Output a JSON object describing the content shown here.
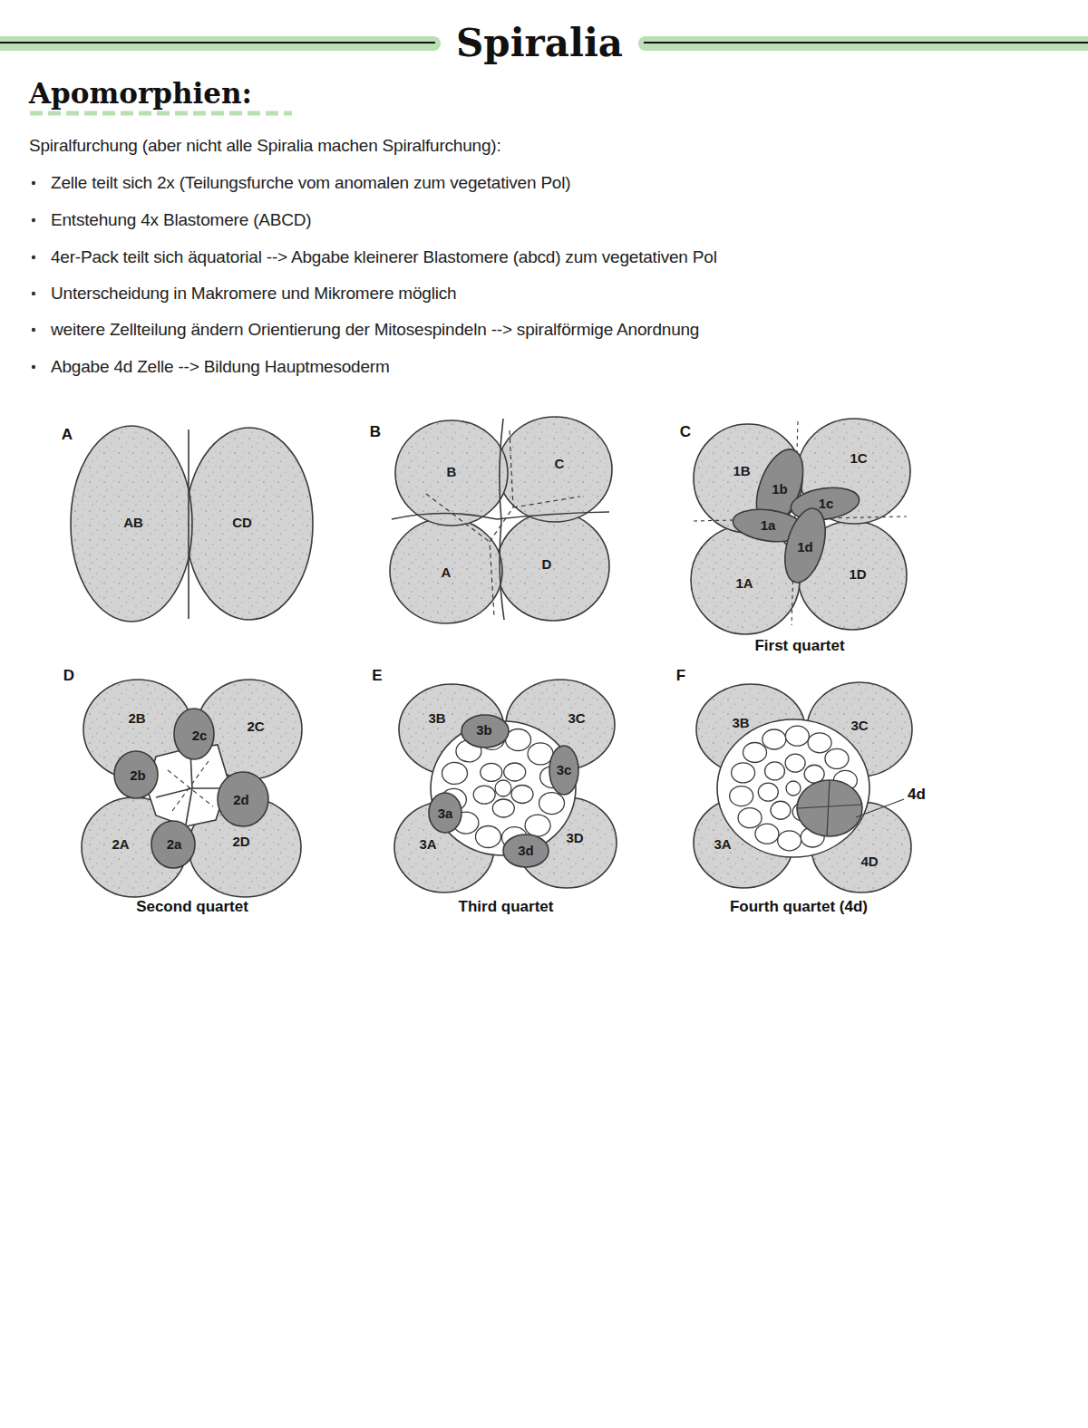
{
  "diagram": {
    "title": "Spiralia",
    "nodes": [
      {
        "text": [
          "AB"
        ]
      },
      {
        "text": [
          "CD"
        ]
      },
      {
        "text": [
          "B"
        ]
      },
      {
        "text": [
          "C"
        ]
      },
      {
        "text": [
          "A"
        ]
      },
      {
        "text": [
          "D"
        ]
      },
      {
        "text": [
          "1B"
        ]
      },
      {
        "text": [
          "1C"
        ]
      },
      {
        "text": [
          "1b"
        ]
      },
      {
        "text": [
          "1c"
        ]
      },
      {
        "text": [
          "1a"
        ]
      },
      {
        "text": [
          "1d"
        ]
      },
      {
        "text": [
          "1A"
        ]
      },
      {
        "text": [
          "1D"
        ]
      },
      {
        "text": [
          "2B"
        ]
      },
      {
        "text": [
          "2c"
        ]
      },
      {
        "text": [
          "2C"
        ]
      },
      {
        "text": [
          "2b"
        ]
      },
      {
        "text": [
          "2d"
        ]
      },
      {
        "text": [
          "2A"
        ]
      },
      {
        "text": [
          "2a"
        ]
      },
      {
        "text": [
          "2D"
        ]
      },
      {
        "text": [
          "3B"
        ]
      },
      {
        "text": [
          "3b"
        ]
      },
      {
        "text": [
          "3C"
        ]
      },
      {
        "text": [
          "3c"
        ]
      },
      {
        "text": [
          "3a"
        ]
      },
      {
        "text": [
          "3A"
        ]
      },
      {
        "text": [
          "3d"
        ]
      },
      {
        "text": [
          "3D"
        ]
      },
      {
        "text": [
          "3B"
        ]
      },
      {
        "text": [
          "3C"
        ]
      },
      {
        "text": [
          "3A"
        ]
      },
      {
        "text": [
          "4D"
        ]
      }
    ],
    "labels": [
      "Apomorphien:",
      "Spiralfurchung (aber nicht alle Spiralia machen Spiralfurchung):",
      "Zelle teilt sich 2x (Teilungsfurche vom anomalen zum vegetativen Pol)",
      "Entstehung 4x Blastomere (ABCD)",
      "4er-Pack teilt sich äquatorial --> Abgabe kleinerer Blastomere (abcd) zum vegetativen Pol",
      "Unterscheidung in Makromere und Mikromere möglich",
      "weitere Zellteilung ändern Orientierung der Mitosespindeln --> spiralförmige Anordnung",
      "Abgabe 4d Zelle --> Bildung Hauptmesoderm",
      "A",
      "B",
      "C",
      "First quartet",
      "D",
      "E",
      "F",
      "4d",
      "Second quartet",
      "Third quartet",
      "Fourth quartet (4d)"
    ]
  }
}
